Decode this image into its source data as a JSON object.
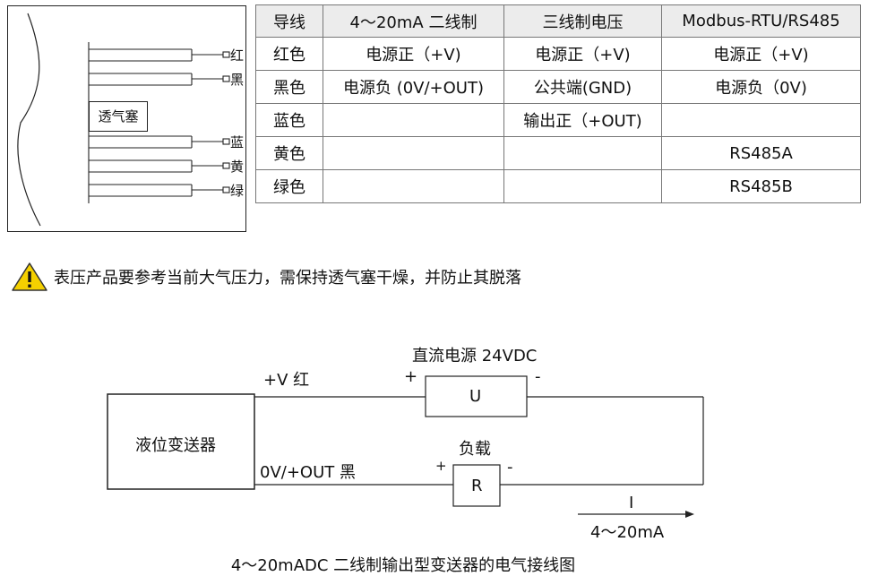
{
  "cable": {
    "plug_label": "透气塞",
    "wire_labels": {
      "red": "红",
      "black": "黑",
      "blue": "蓝",
      "yellow": "黄",
      "green": "绿"
    }
  },
  "table": {
    "headers": [
      "导线",
      "4～20mA 二线制",
      "三线制电压",
      "Modbus-RTU/RS485"
    ],
    "rows": [
      [
        "红色",
        "电源正（+V)",
        "电源正（+V)",
        "电源正（+V)"
      ],
      [
        "黑色",
        "电源负 (0V/+OUT)",
        "公共端(GND)",
        "电源负（0V)"
      ],
      [
        "蓝色",
        "",
        "输出正（+OUT)",
        ""
      ],
      [
        "黄色",
        "",
        "",
        "RS485A"
      ],
      [
        "绿色",
        "",
        "",
        "RS485B"
      ]
    ]
  },
  "warning": {
    "icon": "warning-triangle-icon",
    "icon_color": "#f4d000",
    "text": "表压产品要参考当前大气压力，需保持透气塞干燥，并防止其脱落"
  },
  "circuit": {
    "transmitter_label": "液位变送器",
    "red_terminal_label": "+V  红",
    "black_terminal_label": "0V/+OUT 黑",
    "power_supply_title": "直流电源 24VDC",
    "power_plus": "+",
    "power_minus": "-",
    "power_symbol": "U",
    "load_title": "负载",
    "load_plus": "+",
    "load_minus": "-",
    "load_symbol": "R",
    "current_symbol": "I",
    "current_range": "4～20mA"
  },
  "caption": "4～20mADC 二线制输出型变送器的电气接线图"
}
